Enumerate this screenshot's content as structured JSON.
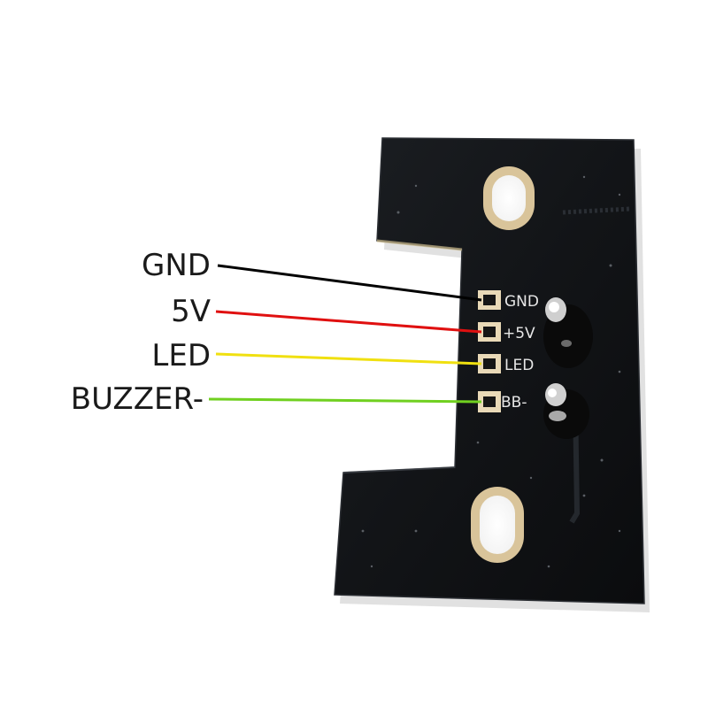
{
  "callouts": {
    "gnd": "GND",
    "v5": "5V",
    "led": "LED",
    "buzzer": "BUZZER-"
  },
  "silkscreen": {
    "gnd": "GND",
    "v5": "+5V",
    "led": "LED",
    "bb": "BB-"
  },
  "wire_colors": {
    "gnd": "#000000",
    "v5": "#e01010",
    "led": "#f0e010",
    "buzzer": "#70d020"
  },
  "board_color": "#121417",
  "pad_color": "#e9d9b7"
}
